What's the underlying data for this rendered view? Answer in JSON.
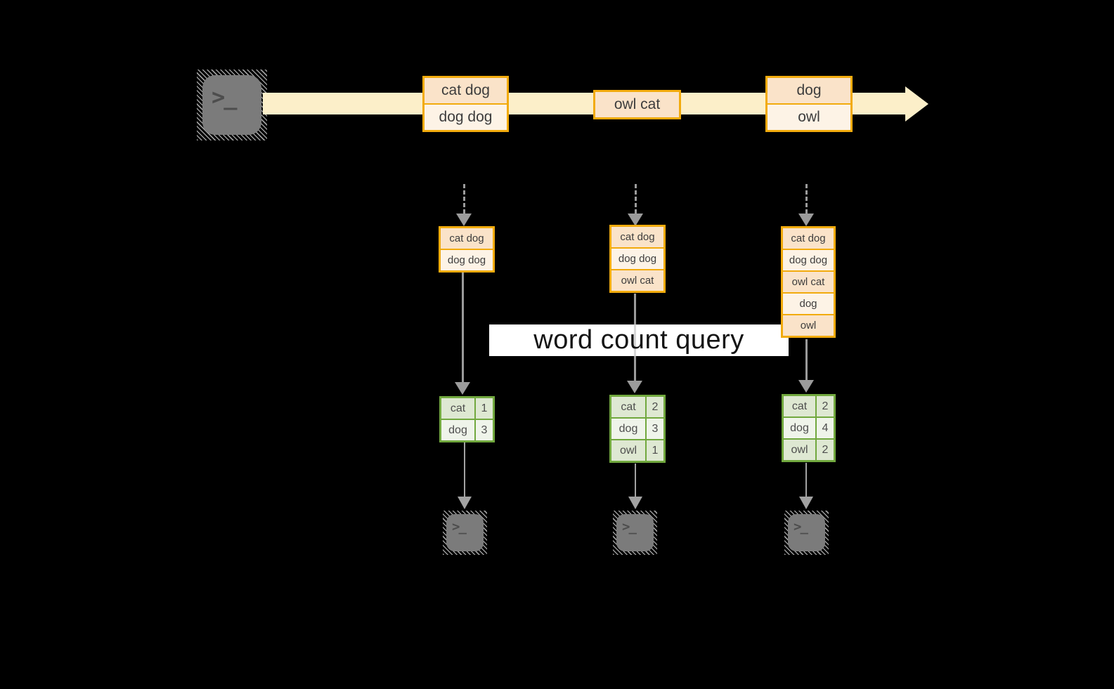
{
  "palette": {
    "background": "#000000",
    "stream_fill": "#FCEFC9",
    "record_border": "#F2AB0D",
    "record_fill_dark": "#FAE3C9",
    "record_fill_light": "#FDF3E6",
    "table_border": "#71A83E",
    "table_fill_dark": "#DEE8D2",
    "table_fill_light": "#EFF4EA",
    "arrow_gray": "#9B9B9B",
    "terminal_gray": "#7B7B7B",
    "banner_bg": "#FFFFFF"
  },
  "source_terminal": {
    "glyph": ">_"
  },
  "stream": {
    "messages": [
      {
        "rows": [
          "cat dog",
          "dog dog"
        ]
      },
      {
        "rows": [
          "owl cat"
        ]
      },
      {
        "rows": [
          "dog",
          "owl"
        ]
      }
    ]
  },
  "query": {
    "label": "word count query"
  },
  "columns": [
    {
      "state_rows": [
        "cat dog",
        "dog dog"
      ],
      "counts": [
        {
          "word": "cat",
          "count": "1"
        },
        {
          "word": "dog",
          "count": "3"
        }
      ],
      "terminal_glyph": ">_"
    },
    {
      "state_rows": [
        "cat dog",
        "dog dog",
        "owl cat"
      ],
      "counts": [
        {
          "word": "cat",
          "count": "2"
        },
        {
          "word": "dog",
          "count": "3"
        },
        {
          "word": "owl",
          "count": "1"
        }
      ],
      "terminal_glyph": ">_"
    },
    {
      "state_rows": [
        "cat dog",
        "dog dog",
        "owl cat",
        "dog",
        "owl"
      ],
      "counts": [
        {
          "word": "cat",
          "count": "2"
        },
        {
          "word": "dog",
          "count": "4"
        },
        {
          "word": "owl",
          "count": "2"
        }
      ],
      "terminal_glyph": ">_"
    }
  ]
}
